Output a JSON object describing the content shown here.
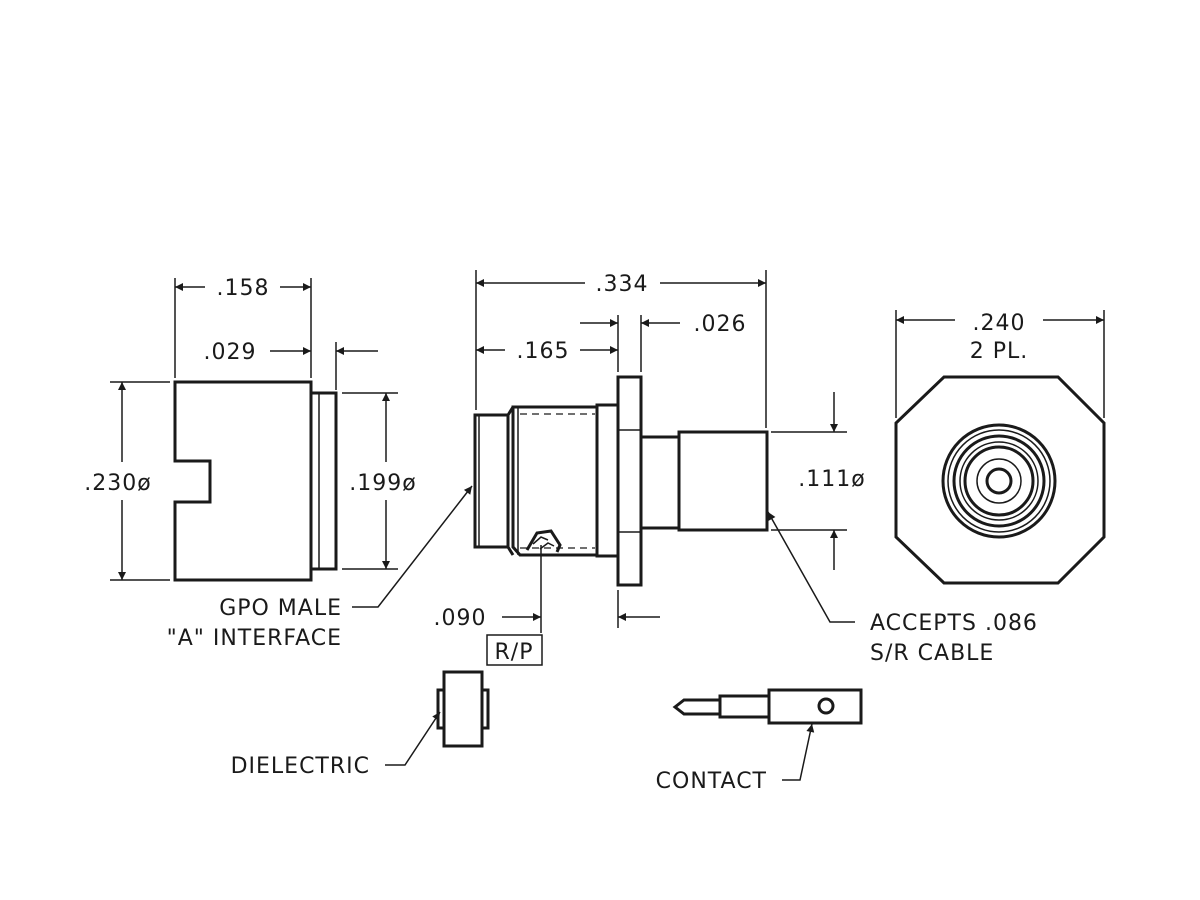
{
  "dimensions": {
    "side_width": ".158",
    "side_flange": ".029",
    "side_diameter": ".230ø",
    "side_inner_diameter": ".199ø",
    "overall_length": ".334",
    "body_length": ".165",
    "flange_thickness": ".026",
    "cable_diameter": ".111ø",
    "rp_offset": ".090",
    "end_width": ".240",
    "end_qty": "2 PL."
  },
  "labels": {
    "interface_line1": "GPO MALE",
    "interface_line2": "\"A\" INTERFACE",
    "cable_line1": "ACCEPTS .086",
    "cable_line2": "S/R CABLE",
    "rp_box": "R/P",
    "dielectric": "DIELECTRIC",
    "contact": "CONTACT"
  }
}
